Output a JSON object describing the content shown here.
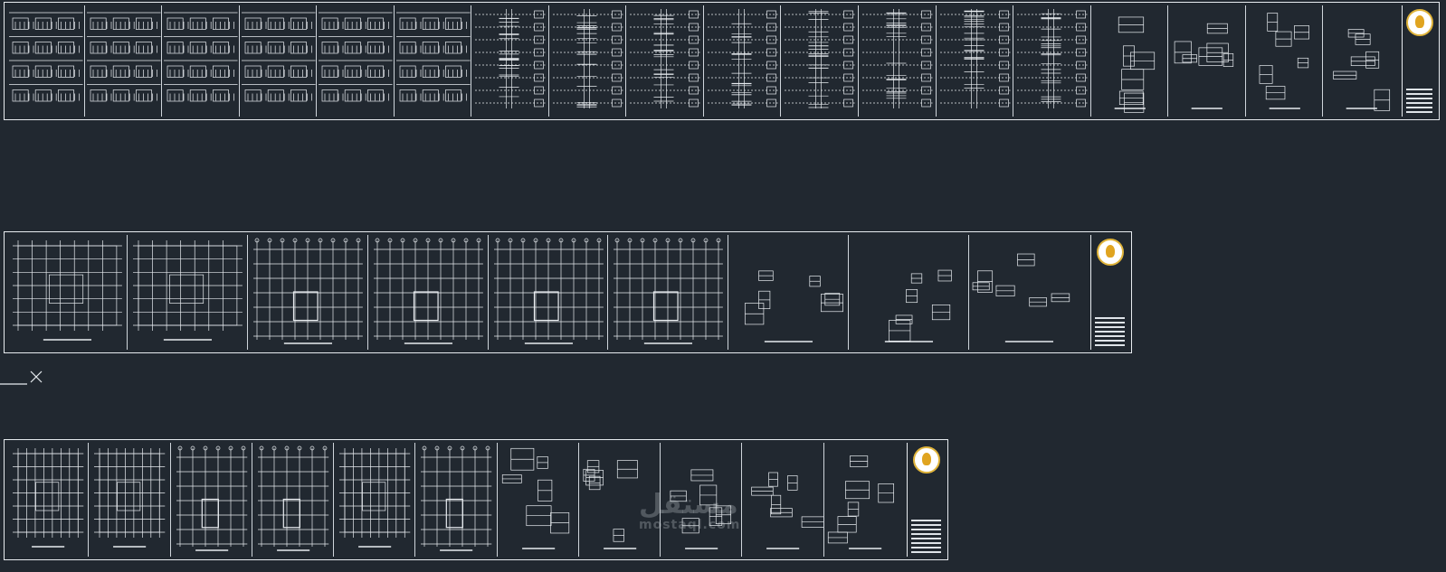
{
  "app": {
    "view": "CAD model space",
    "background_color": "#212830",
    "line_color": "#e8ecf0",
    "accent_color": "#e0a420"
  },
  "rows": [
    {
      "id": "row-1",
      "description": "Column and beam schedules and detail sheets",
      "sheets": [
        {
          "kind": "schedule"
        },
        {
          "kind": "schedule"
        },
        {
          "kind": "schedule"
        },
        {
          "kind": "schedule"
        },
        {
          "kind": "schedule"
        },
        {
          "kind": "schedule"
        },
        {
          "kind": "elevation"
        },
        {
          "kind": "elevation"
        },
        {
          "kind": "elevation"
        },
        {
          "kind": "elevation"
        },
        {
          "kind": "elevation"
        },
        {
          "kind": "elevation"
        },
        {
          "kind": "elevation"
        },
        {
          "kind": "elevation"
        },
        {
          "kind": "detail"
        },
        {
          "kind": "detail"
        },
        {
          "kind": "detail"
        },
        {
          "kind": "detail"
        }
      ]
    },
    {
      "id": "row-2",
      "description": "Floor plans and foundation sheets",
      "sheets": [
        {
          "kind": "plan"
        },
        {
          "kind": "plan"
        },
        {
          "kind": "framing"
        },
        {
          "kind": "framing"
        },
        {
          "kind": "framing"
        },
        {
          "kind": "framing"
        },
        {
          "kind": "detail"
        },
        {
          "kind": "detail"
        },
        {
          "kind": "detail"
        }
      ]
    },
    {
      "id": "row-3",
      "description": "Architectural plans and section details",
      "sheets": [
        {
          "kind": "plan"
        },
        {
          "kind": "plan"
        },
        {
          "kind": "framing"
        },
        {
          "kind": "framing"
        },
        {
          "kind": "plan"
        },
        {
          "kind": "framing"
        },
        {
          "kind": "detail"
        },
        {
          "kind": "detail"
        },
        {
          "kind": "detail"
        },
        {
          "kind": "detail"
        },
        {
          "kind": "detail"
        }
      ]
    }
  ],
  "icons": {
    "ucs": "ucs-icon",
    "logo": "company-logo-icon"
  },
  "watermark": {
    "main": "مستقل",
    "sub": "mostaql.com"
  }
}
